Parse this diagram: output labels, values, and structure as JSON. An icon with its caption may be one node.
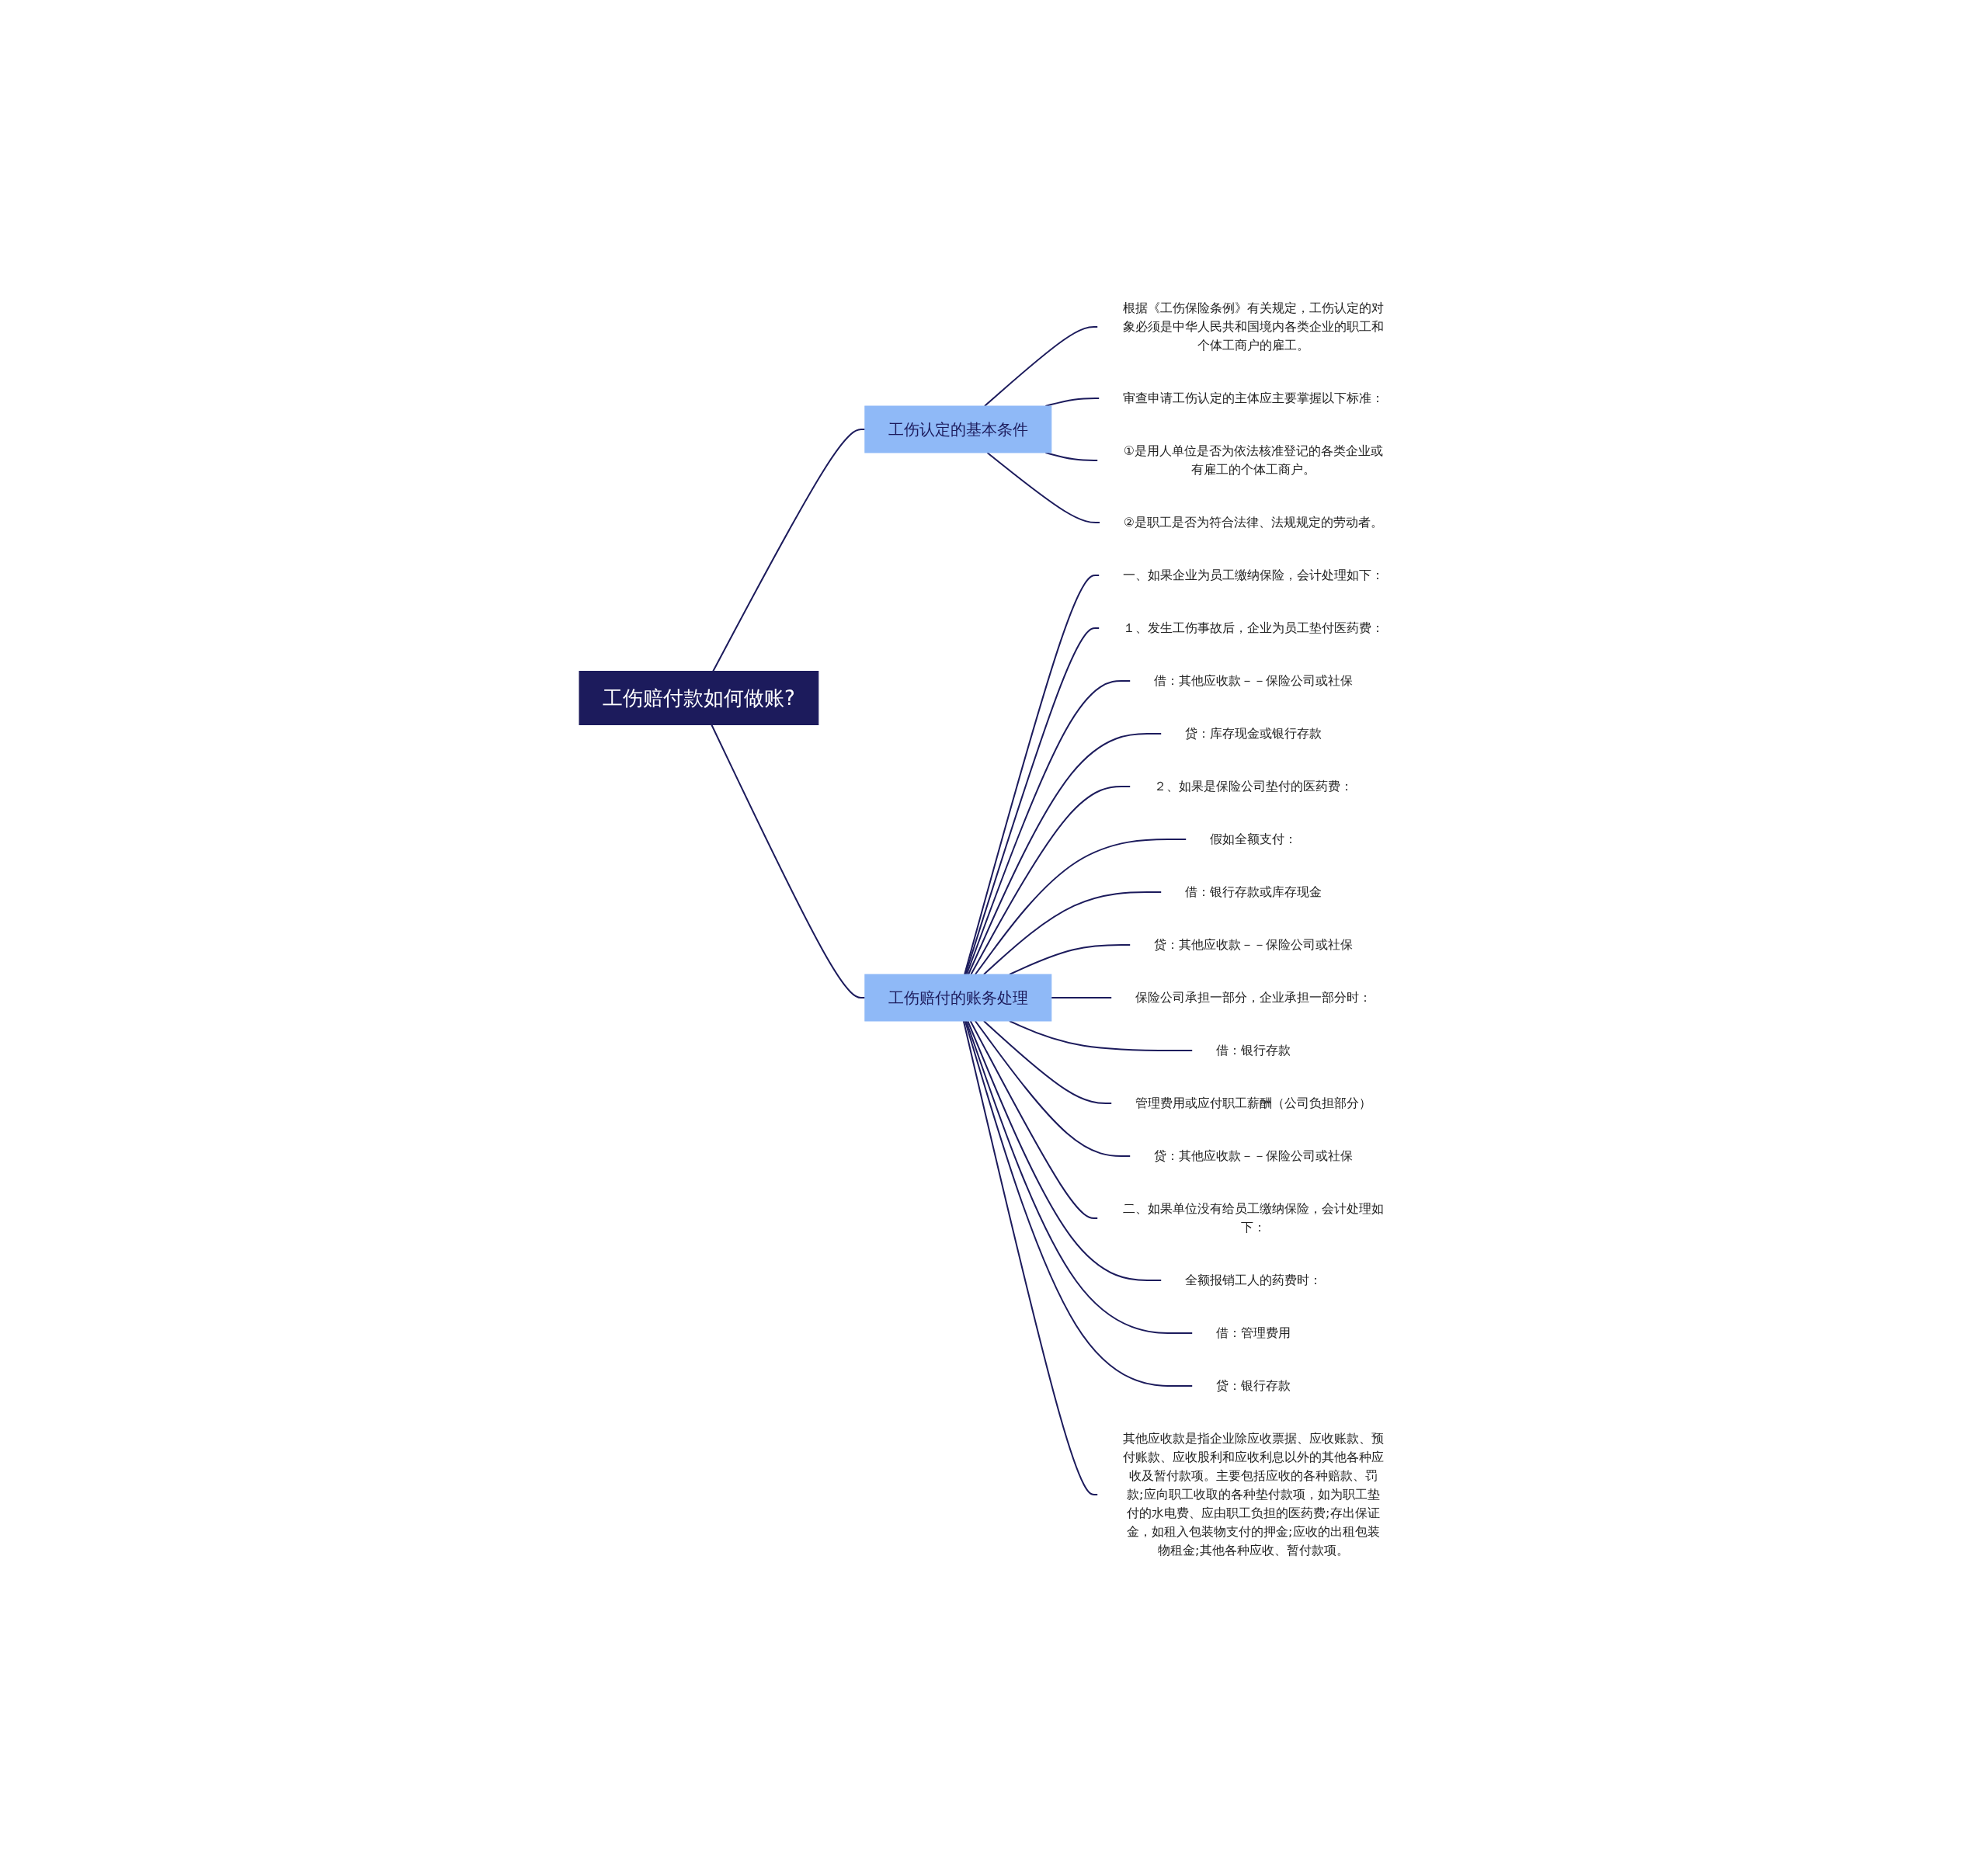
{
  "diagram": {
    "nodes": [
      {
        "text": [
          "工伤赔付款如何做账?"
        ]
      },
      {
        "text": [
          "工伤认定的基本条件"
        ]
      },
      {
        "text": [
          "根据《工伤保险条例》有关规定，工伤认定的对象必须是中华人民共和国境内各类企业的职工和个体工商户的雇工。"
        ]
      },
      {
        "text": [
          "审查申请工伤认定的主体应主要掌握以下标准："
        ]
      },
      {
        "text": [
          "①是用人单位是否为依法核准登记的各类企业或有雇工的个体工商户。"
        ]
      },
      {
        "text": [
          "②是职工是否为符合法律、法规规定的劳动者。"
        ]
      },
      {
        "text": [
          "工伤赔付的账务处理"
        ]
      },
      {
        "text": [
          "一、如果企业为员工缴纳保险，会计处理如下："
        ]
      },
      {
        "text": [
          "１、发生工伤事故后，企业为员工垫付医药费："
        ]
      },
      {
        "text": [
          "借：其他应收款－－保险公司或社保"
        ]
      },
      {
        "text": [
          "贷：库存现金或银行存款"
        ]
      },
      {
        "text": [
          "２、如果是保险公司垫付的医药费："
        ]
      },
      {
        "text": [
          "假如全额支付："
        ]
      },
      {
        "text": [
          "借：银行存款或库存现金"
        ]
      },
      {
        "text": [
          "贷：其他应收款－－保险公司或社保"
        ]
      },
      {
        "text": [
          "保险公司承担一部分，企业承担一部分时："
        ]
      },
      {
        "text": [
          "借：银行存款"
        ]
      },
      {
        "text": [
          "管理费用或应付职工薪酬（公司负担部分）"
        ]
      },
      {
        "text": [
          "贷：其他应收款－－保险公司或社保"
        ]
      },
      {
        "text": [
          "二、如果单位没有给员工缴纳保险，会计处理如下："
        ]
      },
      {
        "text": [
          "全额报销工人的药费时："
        ]
      },
      {
        "text": [
          "借：管理费用"
        ]
      },
      {
        "text": [
          "贷：银行存款"
        ]
      },
      {
        "text": [
          "其他应收款是指企业除应收票据、应收账款、预付账款、应收股利和应收利息以外的其他各种应收及暂付款项。主要包括应收的各种赔款、罚款;应向职工收取的各种垫付款项，如为职工垫付的水电费、应由职工负担的医药费;存出保证金，如租入包装物支付的押金;应收的出租包装物租金;其他各种应收、暂付款项。"
        ]
      }
    ],
    "edges": [
      {
        "from": 0,
        "to": 1,
        "arrow": "none"
      },
      {
        "from": 1,
        "to": 2,
        "arrow": "none"
      },
      {
        "from": 1,
        "to": 3,
        "arrow": "none"
      },
      {
        "from": 1,
        "to": 4,
        "arrow": "none"
      },
      {
        "from": 1,
        "to": 5,
        "arrow": "none"
      },
      {
        "from": 0,
        "to": 6,
        "arrow": "none"
      },
      {
        "from": 6,
        "to": 7,
        "arrow": "none"
      },
      {
        "from": 6,
        "to": 8,
        "arrow": "none"
      },
      {
        "from": 6,
        "to": 9,
        "arrow": "none"
      },
      {
        "from": 6,
        "to": 10,
        "arrow": "none"
      },
      {
        "from": 6,
        "to": 11,
        "arrow": "none"
      },
      {
        "from": 6,
        "to": 12,
        "arrow": "none"
      },
      {
        "from": 6,
        "to": 13,
        "arrow": "none"
      },
      {
        "from": 6,
        "to": 14,
        "arrow": "none"
      },
      {
        "from": 6,
        "to": 15,
        "arrow": "none"
      },
      {
        "from": 6,
        "to": 16,
        "arrow": "none"
      },
      {
        "from": 6,
        "to": 17,
        "arrow": "none"
      },
      {
        "from": 6,
        "to": 18,
        "arrow": "none"
      },
      {
        "from": 6,
        "to": 19,
        "arrow": "none"
      },
      {
        "from": 6,
        "to": 20,
        "arrow": "none"
      },
      {
        "from": 6,
        "to": 21,
        "arrow": "none"
      },
      {
        "from": 6,
        "to": 22,
        "arrow": "none"
      },
      {
        "from": 6,
        "to": 23,
        "arrow": "none"
      }
    ]
  }
}
